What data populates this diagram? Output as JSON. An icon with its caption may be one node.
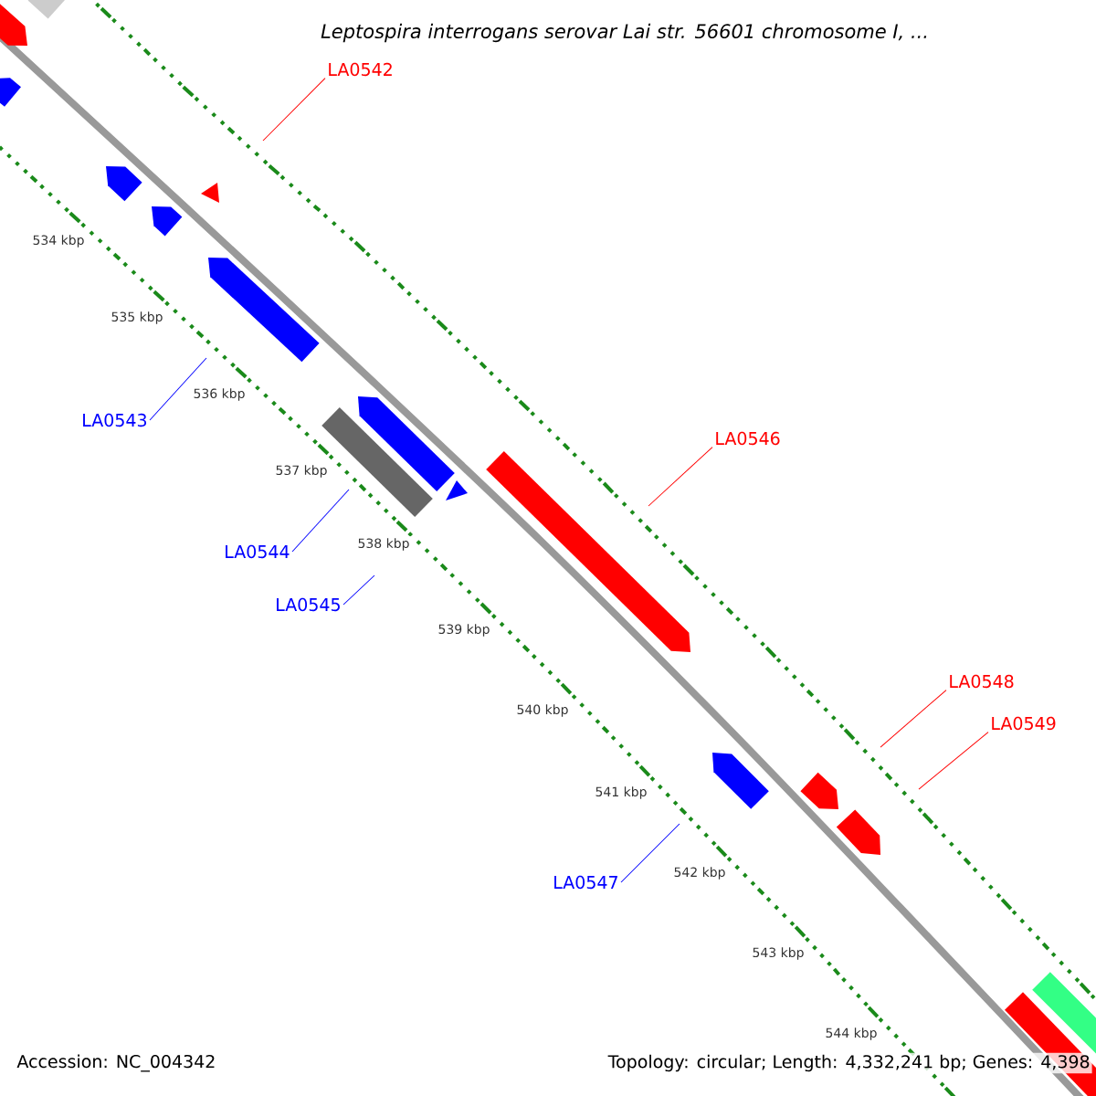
{
  "diagram": {
    "title": "*Leptospira interrogans serovar Lai str. 56601 chromosome I, ...*",
    "nodes": [
      {
        "text": [
          "LA0542"
        ]
      },
      {
        "text": [
          "LA0543"
        ]
      },
      {
        "text": [
          "LA0544"
        ]
      },
      {
        "text": [
          "LA0545"
        ]
      },
      {
        "text": [
          "LA0546"
        ]
      },
      {
        "text": [
          "LA0547"
        ]
      },
      {
        "text": [
          "LA0548"
        ]
      },
      {
        "text": [
          "LA0549"
        ]
      }
    ],
    "edges": [
      {
        "from": 0,
        "to": null,
        "arrow": "none",
        "color": "#ff0000"
      },
      {
        "from": 1,
        "to": null,
        "arrow": "none",
        "color": "#0000ff"
      },
      {
        "from": 2,
        "to": null,
        "arrow": "none",
        "color": "#0000ff"
      },
      {
        "from": 3,
        "to": null,
        "arrow": "none",
        "color": "#0000ff"
      },
      {
        "from": 4,
        "to": null,
        "arrow": "none",
        "color": "#ff0000"
      },
      {
        "from": 5,
        "to": null,
        "arrow": "none",
        "color": "#0000ff"
      },
      {
        "from": 6,
        "to": null,
        "arrow": "none",
        "color": "#ff0000"
      },
      {
        "from": 7,
        "to": null,
        "arrow": "none",
        "color": "#ff0000"
      }
    ],
    "labels": [
      "534 kbp",
      "535 kbp",
      "536 kbp",
      "537 kbp",
      "538 kbp",
      "539 kbp",
      "540 kbp",
      "541 kbp",
      "542 kbp",
      "543 kbp",
      "544 kbp",
      "Accession: NC_004342",
      "Topology: circular; Length: 4,332,241 bp; Genes: 4,398"
    ]
  }
}
